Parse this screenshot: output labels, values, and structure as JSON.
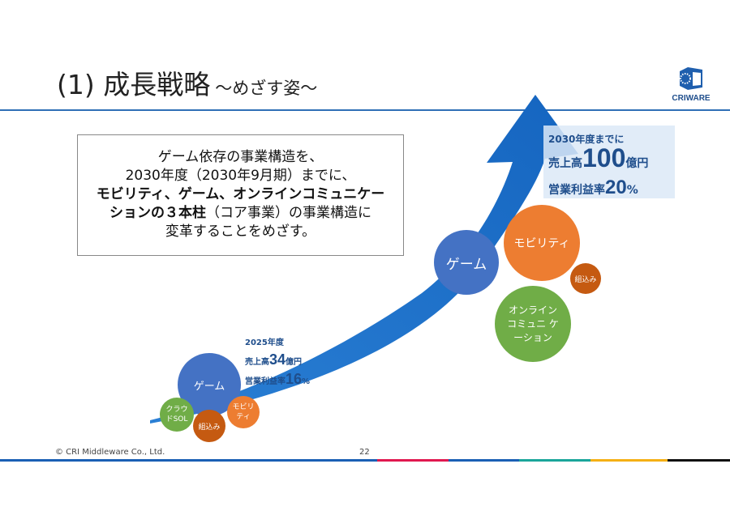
{
  "header": {
    "title": "(1) 成長戦略",
    "subtitle": "～めざす姿～",
    "logo_text": "CRIWARE"
  },
  "message": {
    "line1": "ゲーム依存の事業構造を、",
    "line2": "2030年度（2030年9月期）までに、",
    "line3_bold": "モビリティ、ゲーム、オンラインコミュニケー",
    "line4_bold": "ションの３本柱",
    "line4_rest": "（コア事業）の事業構造に",
    "line5": "変革することをめざす。"
  },
  "target_2030": {
    "title": "2030年度までに",
    "sales_label": "売上高",
    "sales_value": "100",
    "sales_unit": "億円",
    "margin_label": "営業利益率",
    "margin_value": "20",
    "margin_unit": "%"
  },
  "current_2025": {
    "title": "2025年度",
    "sales_label": "売上高",
    "sales_value": "34",
    "sales_unit": "億円",
    "margin_label": "営業利益率",
    "margin_value": "16",
    "margin_unit": "%"
  },
  "future_circles": {
    "game": "ゲーム",
    "mobility": "モビリティ",
    "embedded": "組込み",
    "online": "オンライン コミュニ ケーション"
  },
  "current_circles": {
    "game": "ゲーム",
    "cloud": "クラウ ドSOL",
    "embedded": "組込み",
    "mobility": "モビリ ティ"
  },
  "footer": {
    "copyright": "© CRI Middleware Co., Ltd.",
    "page": "22"
  },
  "colors": {
    "blue": "#4472c4",
    "orange": "#ed7d31",
    "green": "#70ad47",
    "dark_orange": "#c55a11",
    "arrow": "#1f7fd0"
  }
}
